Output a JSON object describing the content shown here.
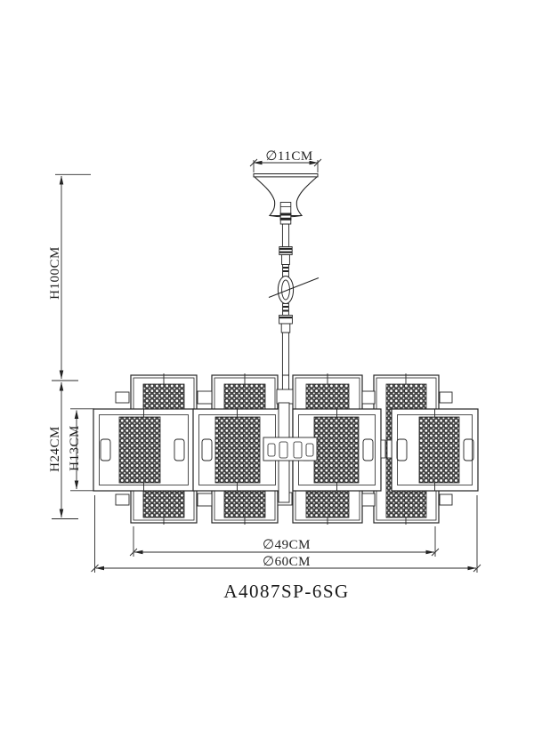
{
  "drawing": {
    "labels": {
      "canopy_diameter": "∅11CM",
      "overall_height": "H100CM",
      "body_height": "H24CM",
      "shade_height": "H13CM",
      "body_diameter": "∅49CM",
      "overall_diameter": "∅60CM",
      "model": "A4087SP-6SG"
    },
    "colors": {
      "line": "#232323",
      "background": "#ffffff",
      "mesh_dark": "#4a4a4a"
    }
  }
}
